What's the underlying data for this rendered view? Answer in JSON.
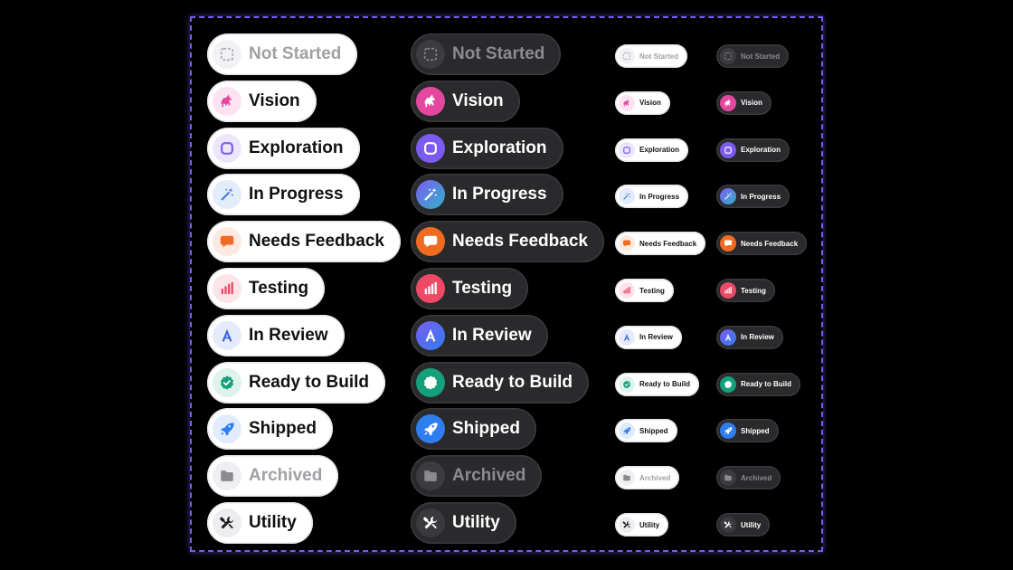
{
  "statuses": [
    {
      "key": "not-started",
      "label": "Not Started",
      "icon": "dashed-square-icon",
      "muted": true,
      "light_bg": "#f2f2f4",
      "light_fg": "#a3a3a8",
      "dark_bg": "#3c3c40",
      "dark_fg": "#8a8a8f"
    },
    {
      "key": "vision",
      "label": "Vision",
      "icon": "unicorn-icon",
      "muted": false,
      "light_bg": "#fde3f1",
      "light_fg": "#e4489e",
      "dark_bg": "#e4489e",
      "dark_fg": "#ffffff"
    },
    {
      "key": "exploration",
      "label": "Exploration",
      "icon": "compass-icon",
      "muted": false,
      "light_bg": "#ece6fd",
      "light_fg": "#7c5cf0",
      "dark_bg": "#7c5cf0",
      "dark_fg": "#ffffff"
    },
    {
      "key": "in-progress",
      "label": "In Progress",
      "icon": "magic-wand-icon",
      "muted": false,
      "light_bg": "#e3ecfb",
      "light_fg": "#4a7be3",
      "dark_bg": "#4a7be3",
      "dark_fg": "#ffffff"
    },
    {
      "key": "needs-feedback",
      "label": "Needs Feedback",
      "icon": "chat-bubble-icon",
      "muted": false,
      "light_bg": "#fde9df",
      "light_fg": "#f06b22",
      "dark_bg": "#f06b22",
      "dark_fg": "#ffffff"
    },
    {
      "key": "testing",
      "label": "Testing",
      "icon": "bar-chart-icon",
      "muted": false,
      "light_bg": "#fde4e8",
      "light_fg": "#ec4a66",
      "dark_bg": "#ec4a66",
      "dark_fg": "#ffffff"
    },
    {
      "key": "in-review",
      "label": "In Review",
      "icon": "review-a-icon",
      "muted": false,
      "light_bg": "#e5ebfb",
      "light_fg": "#3b68d8",
      "dark_bg": "#5b4fd3",
      "dark_fg": "#ffffff"
    },
    {
      "key": "ready-to-build",
      "label": "Ready to Build",
      "icon": "check-badge-icon",
      "muted": false,
      "light_bg": "#def3ec",
      "light_fg": "#14a07a",
      "dark_bg": "#14a07a",
      "dark_fg": "#ffffff"
    },
    {
      "key": "shipped",
      "label": "Shipped",
      "icon": "rocket-icon",
      "muted": false,
      "light_bg": "#e0ecfd",
      "light_fg": "#2f7ef0",
      "dark_bg": "#2f7ef0",
      "dark_fg": "#ffffff"
    },
    {
      "key": "archived",
      "label": "Archived",
      "icon": "folder-icon",
      "muted": true,
      "light_bg": "#efeff1",
      "light_fg": "#8b8b90",
      "dark_bg": "#3c3c40",
      "dark_fg": "#8a8a8f"
    },
    {
      "key": "utility",
      "label": "Utility",
      "icon": "tools-icon",
      "muted": false,
      "light_bg": "#ededf0",
      "light_fg": "#1c1c1e",
      "dark_bg": "#3a3a3e",
      "dark_fg": "#ffffff"
    }
  ]
}
